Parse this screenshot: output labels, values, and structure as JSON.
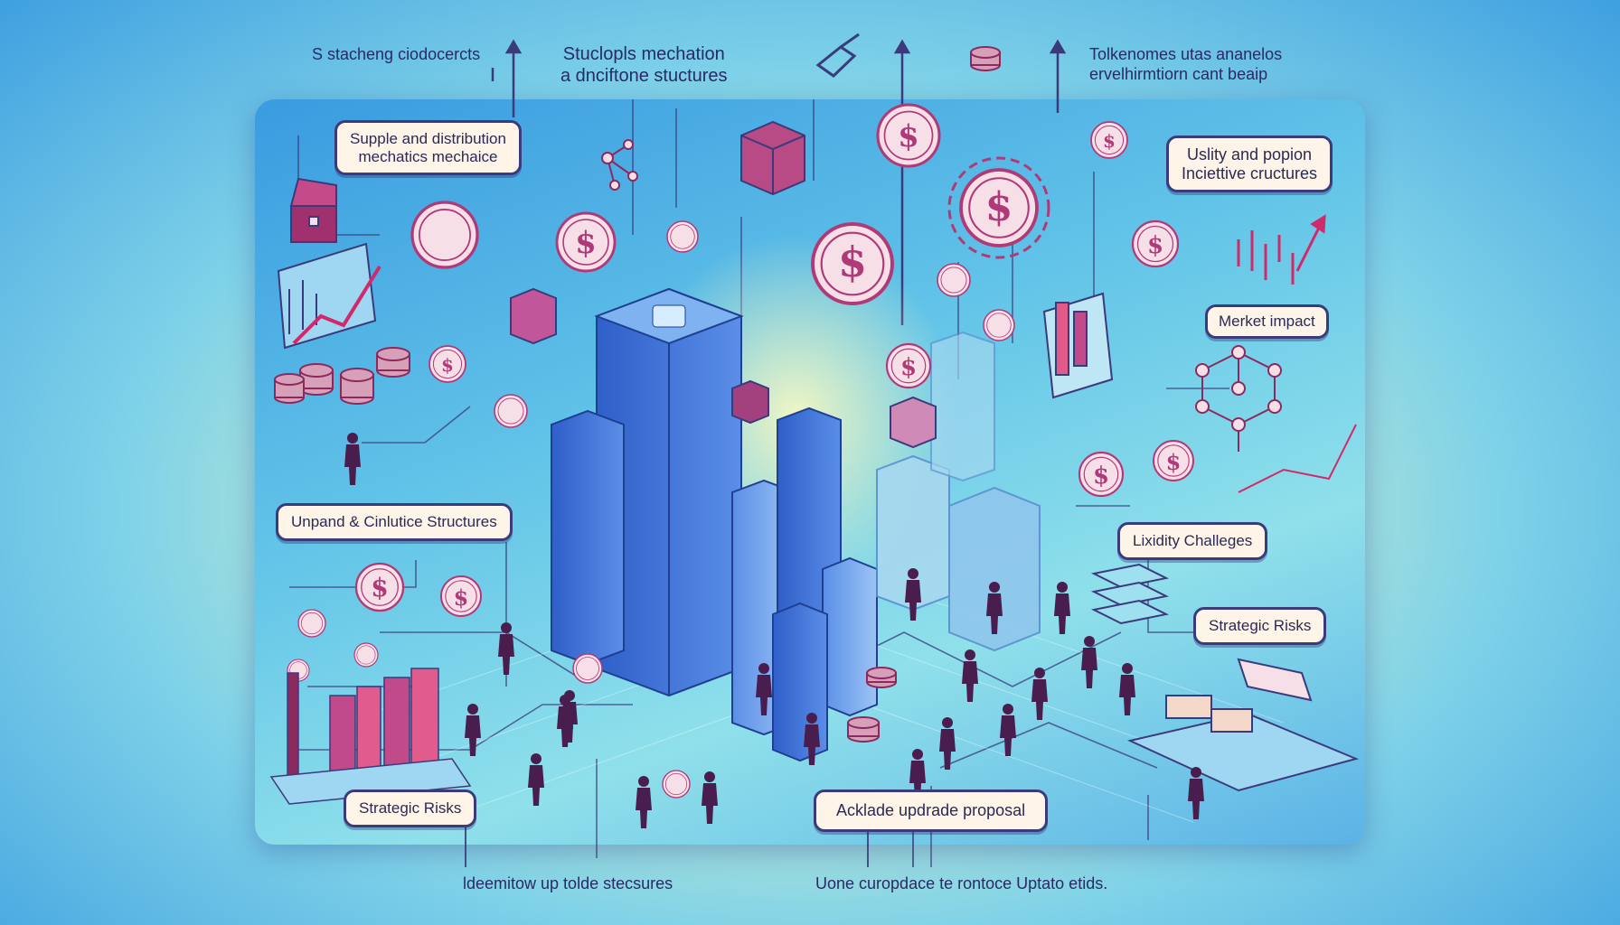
{
  "header": {
    "left_caption": "S stacheng ciodocercts",
    "center_caption_line1": "Stuclopls mechation",
    "center_caption_line2": "a dnciftone  stuctures",
    "right_caption_line1": "Tolkenomes utas ananelos",
    "right_caption_line2": "ervelhirmtiorn cant beaip"
  },
  "labels": {
    "supply_distribution_line1": "Supple and distribution",
    "supply_distribution_line2": "mechatics mechaice",
    "utility_incentive_line1": "Uslity and popion",
    "utility_incentive_line2": "Inciettive cructures",
    "market_impact": "Merket impact",
    "unpand_structures": "Unpand & Cinlutice Structures",
    "liquidity_challenges": "Lixidity Challeges",
    "strategic_risks_right": "Strategic Risks",
    "strategic_risks_left": "Strategic Risks",
    "upgrade_proposal": "Acklade updrade proposal"
  },
  "footer": {
    "left_caption": "ldeemitow up tolde stecsures",
    "right_caption": "Uone curopdace te rontoce Uptato etids."
  },
  "icons": [
    "dollar-coin-icon",
    "coin-stack-icon",
    "cube-icon",
    "network-node-icon",
    "bar-chart-icon",
    "trend-arrow-icon",
    "skyscraper-icon",
    "person-icon",
    "treasure-chest-icon",
    "gear-icon"
  ],
  "colors": {
    "coin_fill": "#f7dfe8",
    "coin_border": "#b03a78",
    "accent_magenta": "#c2347a",
    "building_blue": "#3d6fd6",
    "label_border": "#3b3a7a"
  },
  "coin_symbol": "$"
}
